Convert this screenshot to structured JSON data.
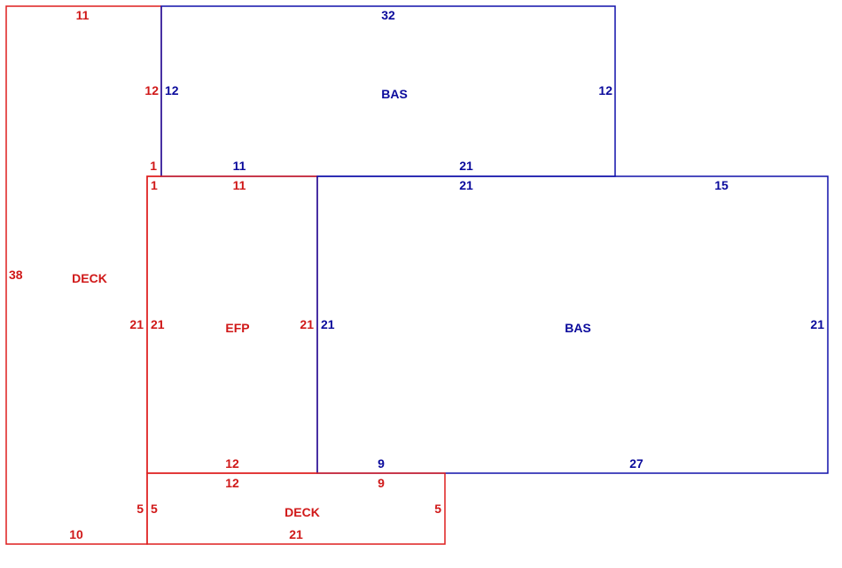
{
  "colors": {
    "deck_efp": "#dd1f1f",
    "bas": "#1010aa"
  },
  "areas": [
    {
      "id": "deck-left",
      "label": "DECK",
      "color": "red",
      "dims": [
        "11",
        "12",
        "1",
        "21",
        "5",
        "10",
        "38"
      ]
    },
    {
      "id": "bas-top",
      "label": "BAS",
      "color": "blue",
      "dims": [
        "32",
        "12",
        "12",
        "11",
        "21"
      ]
    },
    {
      "id": "efp",
      "label": "EFP",
      "color": "red",
      "dims": [
        "1",
        "11",
        "21",
        "21",
        "12"
      ]
    },
    {
      "id": "bas-main",
      "label": "BAS",
      "color": "blue",
      "dims": [
        "21",
        "15",
        "21",
        "21",
        "9",
        "27"
      ]
    },
    {
      "id": "deck-bottom",
      "label": "DECK",
      "color": "red",
      "dims": [
        "12",
        "9",
        "5",
        "5",
        "21"
      ]
    }
  ]
}
